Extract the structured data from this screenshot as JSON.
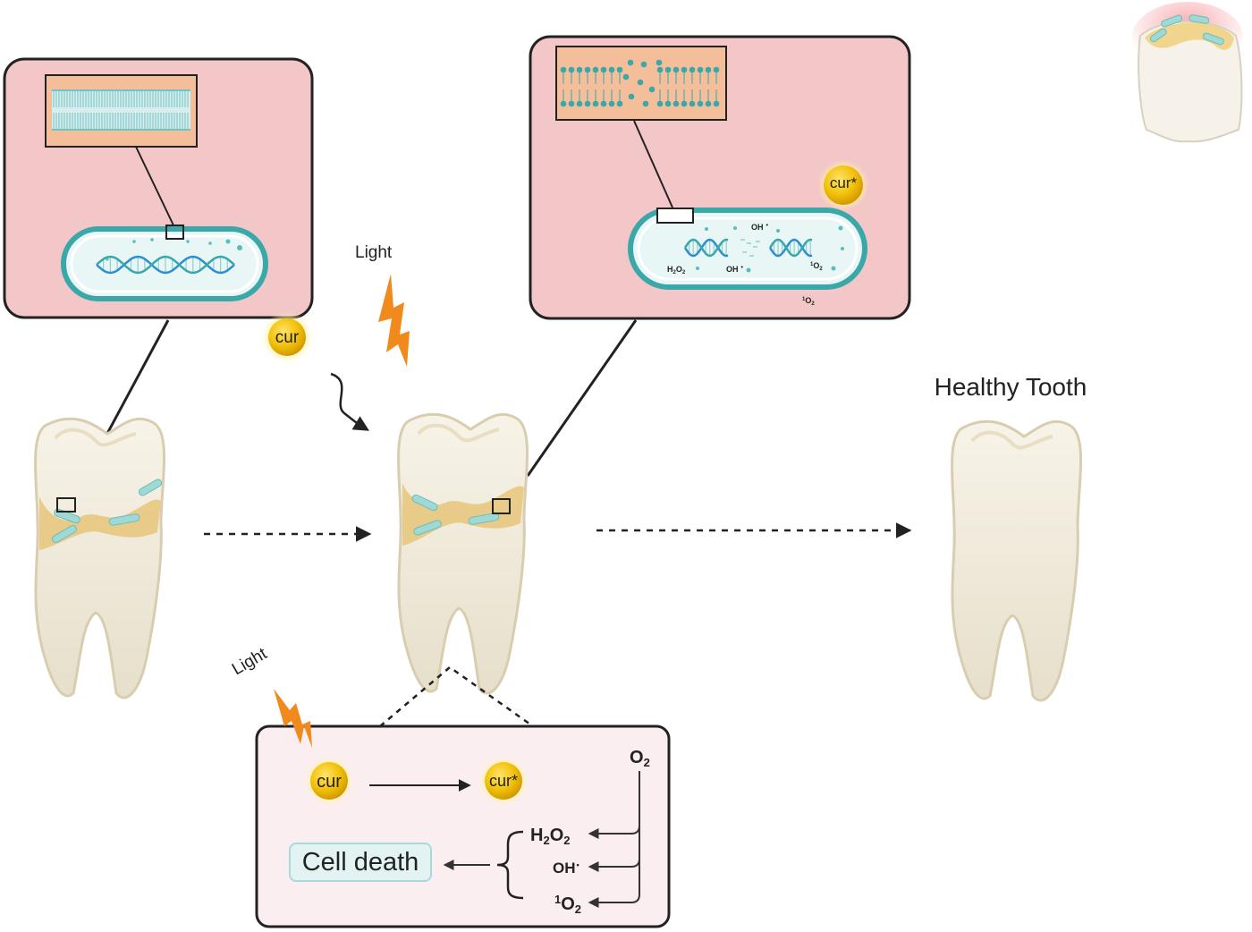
{
  "labels": {
    "light_top": "Light",
    "light_bottom": "Light",
    "healthy_tooth": "Healthy Tooth",
    "cur": "cur",
    "cur_excited": "cur*",
    "cell_death": "Cell death",
    "oh_radical": "OH",
    "h2o2": {
      "base": "H",
      "sub1": "2",
      "mid": "O",
      "sub2": "2"
    },
    "singlet_o2": {
      "sup": "1",
      "base": "O",
      "sub": "2"
    },
    "o2": {
      "base": "O",
      "sub": "2"
    }
  },
  "colors": {
    "panel_fill": "#f3c6c7",
    "panel_bottom_fill": "#fbeef1",
    "membrane_box": "#f4be9a",
    "teal": "#3aa7a8",
    "bacterium_fill": "#e9f6f6",
    "lightning": "#f08a1c",
    "cur_gold": "#f2c20a",
    "plaque": "#e8c57a",
    "tooth": "#efe9d8",
    "arrow": "#222222"
  }
}
